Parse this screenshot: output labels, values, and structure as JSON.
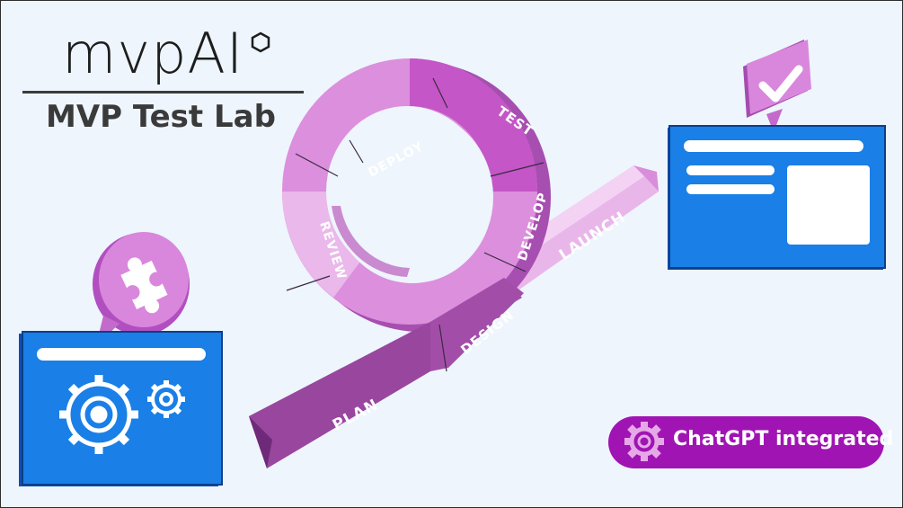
{
  "brand": {
    "logo_text": "mvpAI",
    "subtitle": "MVP Test Lab"
  },
  "stages": {
    "plan": "PLAN",
    "design": "DESIGN",
    "develop": "DEVELOP",
    "test": "TEST",
    "deploy": "DEPLOY",
    "review": "REVIEW",
    "launch": "LAUNCH"
  },
  "badge": {
    "label": "ChatGPT integrated",
    "icon": "gear-icon",
    "color": "#a014b4"
  },
  "icons": {
    "left_bubble": "puzzle-piece-icon",
    "right_bubble": "checkmark-icon",
    "left_window": "gears-icon",
    "right_window": "document-layout-icon"
  },
  "colors": {
    "background": "#eef5fd",
    "window_blue": "#1a7fe6",
    "ring_magenta": "#c24fc6",
    "ring_light": "#e6a9e7"
  }
}
